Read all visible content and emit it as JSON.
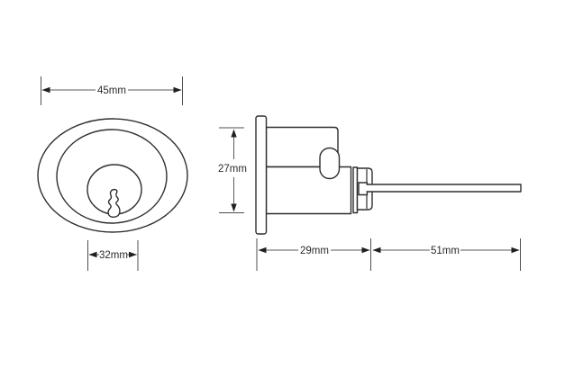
{
  "diagram": {
    "kind": "technical dimension drawing",
    "views": {
      "front_view": "lock cylinder face with rose rings and keyhole",
      "side_view": "lock cylinder profile with flange, body and tailpiece"
    },
    "colors": {
      "background": "#ffffff",
      "outline": "#2e2e2e",
      "dimension_lines": "#5a5a5a",
      "text": "#2a2a2a"
    }
  },
  "dimensions": {
    "front_width": {
      "label": "45mm",
      "value_mm": 45,
      "orientation": "horizontal"
    },
    "plug_width": {
      "label": "32mm",
      "value_mm": 32,
      "orientation": "horizontal"
    },
    "body_height": {
      "label": "27mm",
      "value_mm": 27,
      "orientation": "vertical"
    },
    "body_length": {
      "label": "29mm",
      "value_mm": 29,
      "orientation": "horizontal"
    },
    "tail_length": {
      "label": "51mm",
      "value_mm": 51,
      "orientation": "horizontal"
    }
  }
}
